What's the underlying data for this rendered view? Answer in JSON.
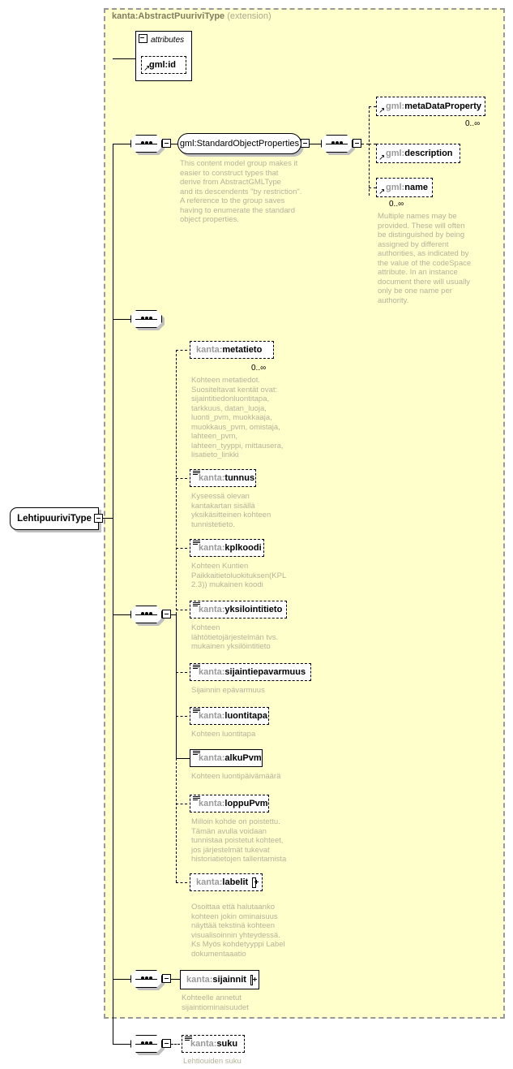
{
  "diagram": {
    "root_type": "LehtipuuriviType",
    "extension_title": "kanta:AbstractPuuriviType",
    "extension_suffix": "(extension)",
    "attributes_label": "attributes",
    "attributes": [
      {
        "name": "gml:id",
        "occurrence": ""
      }
    ],
    "group_ref": {
      "label": "gml:StandardObjectProperties",
      "doc": "This content model group makes it\neasier to construct types that\n     derive from AbstractGMLType\nand its descendents \"by restriction\".\n     A reference to the group saves\nhaving to enumerate the standard\nobject properties."
    },
    "gml_children": [
      {
        "ns": "gml:",
        "name": "metaDataProperty",
        "occurrence": "0..∞",
        "doc": ""
      },
      {
        "ns": "gml:",
        "name": "description",
        "occurrence": "",
        "doc": ""
      },
      {
        "ns": "gml:",
        "name": "name",
        "occurrence": "0..∞",
        "doc": "Multiple names may be\nprovided.  These will often\nbe distinguished by being\nassigned by different\nauthorities, as indicated by\nthe value of the codeSpace\nattribute.  In an instance\ndocument there will usually\nonly be one name per\nauthority."
      }
    ],
    "kanta_children": [
      {
        "ns": "kanta:",
        "name": "metatieto",
        "occurrence": "0..∞",
        "required": false,
        "expandable": false,
        "glyph": false,
        "doc": "Kohteen metatiedot.\nSuositeltavat kentät ovat:\nsijaintitiedonluontitapa,\ntarkkuus, datan_luoja,\nluonti_pvm, muokkaaja,\nmuokkaus_pvm, omistaja,\nlahteen_pvm,\nlahteen_tyyppi, mittausera,\nlisatieto_linkki"
      },
      {
        "ns": "kanta:",
        "name": "tunnus",
        "occurrence": "",
        "required": false,
        "expandable": false,
        "glyph": true,
        "doc": "Kyseessä olevan\nkantakartan sisällä\nyksikäsitteinen kohteen\ntunnistetieto."
      },
      {
        "ns": "kanta:",
        "name": "kplkoodi",
        "occurrence": "",
        "required": false,
        "expandable": false,
        "glyph": true,
        "doc": "Kohteen Kuntien\nPaikkaitietoluokituksen(KPL\n2.3)) mukainen koodi"
      },
      {
        "ns": "kanta:",
        "name": "yksilointitieto",
        "occurrence": "",
        "required": false,
        "expandable": false,
        "glyph": true,
        "doc": "Kohteen\nlähtötietojärjestelmän  tvs.\nmukainen yksilöintitieto"
      },
      {
        "ns": "kanta:",
        "name": "sijaintiepavarmuus",
        "occurrence": "",
        "required": false,
        "expandable": false,
        "glyph": true,
        "doc": "Sijainnin epävarmuus"
      },
      {
        "ns": "kanta:",
        "name": "luontitapa",
        "occurrence": "",
        "required": false,
        "expandable": false,
        "glyph": true,
        "doc": "Kohteen luontitapa"
      },
      {
        "ns": "kanta:",
        "name": "alkuPvm",
        "occurrence": "",
        "required": true,
        "expandable": false,
        "glyph": true,
        "doc": "Kohteen luontipäivämäärä"
      },
      {
        "ns": "kanta:",
        "name": "loppuPvm",
        "occurrence": "",
        "required": false,
        "expandable": false,
        "glyph": true,
        "doc": "Milloin kohde on poistettu.\nTämän avulla voidaan\ntunnistaa poistetut kohteet,\njos järjestelmät tukevat\nhistoriatietojen tallentamista"
      },
      {
        "ns": "kanta:",
        "name": "labelit",
        "occurrence": "",
        "required": false,
        "expandable": true,
        "glyph": false,
        "doc": "Osoittaa että halutaanko\nkohteen jokin ominaisuus\nnäyttää tekstinä kohteen\nvisualisoinnin yhteydessä.\n Ks Myös kohdetyyppi Label\ndokumentaaatio"
      }
    ],
    "sijainnit": {
      "ns": "kanta:",
      "name": "sijainnit",
      "occurrence": "",
      "required": true,
      "expandable": true,
      "glyph": false,
      "doc": "Kohteelle annetut\nsijaintiominaisuudet"
    },
    "suku": {
      "ns": "kanta:",
      "name": "suku",
      "occurrence": "",
      "required": false,
      "expandable": false,
      "glyph": true,
      "doc": "Lehtiouiden suku"
    },
    "colors": {
      "extension_background": "#ffffcc",
      "extension_border": "#999999",
      "node_border": "#000000",
      "namespace_text": "#999999",
      "documentation_text": "#b3b39a",
      "shadow": "#c0c0c0",
      "title_text": "#7f7f5f"
    }
  }
}
